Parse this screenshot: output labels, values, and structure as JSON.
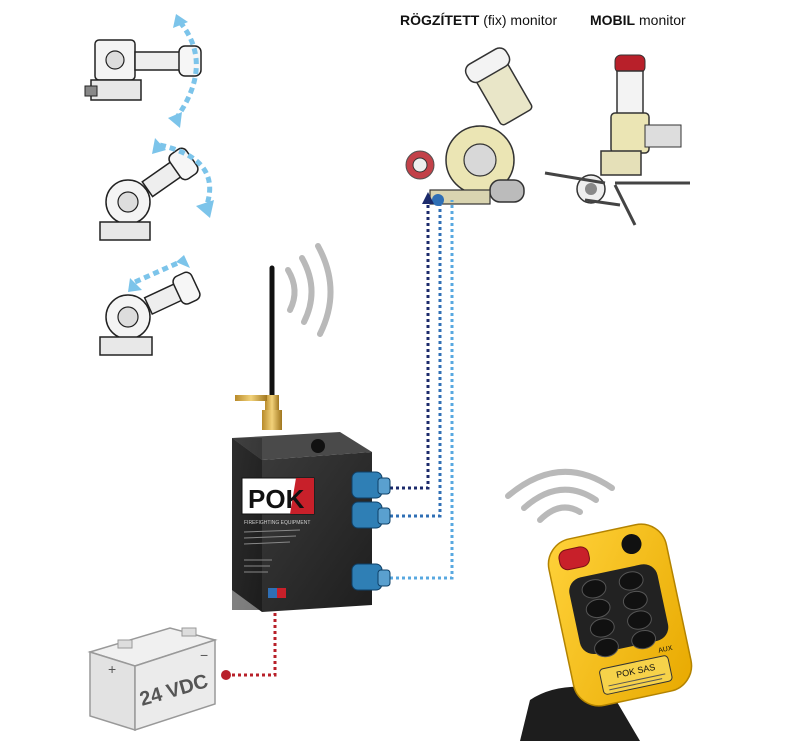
{
  "labels": {
    "fixed_monitor": {
      "bold": "RÖGZÍTETT",
      "rest": " (fix) monitor"
    },
    "mobile_monitor": {
      "bold": "MOBIL",
      "rest": " monitor"
    }
  },
  "receiver": {
    "logo": "POK",
    "logo_sub": "FIREFIGHTING EQUIPMENT"
  },
  "battery": {
    "label": "24 VDC",
    "plus": "+",
    "minus": "−"
  },
  "remote": {
    "brand": "POK SAS",
    "aux_label": "AUX"
  },
  "colors": {
    "line_dark": "#1b2a6b",
    "line_mid": "#2f6fb5",
    "line_light": "#58a8e0",
    "power_line": "#b8202a",
    "motion_arrow": "#7cc4ea",
    "remote_body": "#f5c20a",
    "receiver_box": "#2b2b2b",
    "logo_red": "#c8202a"
  },
  "icons": [
    "antenna-icon",
    "wifi-waves-icon",
    "battery-icon",
    "remote-control-icon",
    "monitor-icon",
    "rotation-arrow-icon"
  ]
}
